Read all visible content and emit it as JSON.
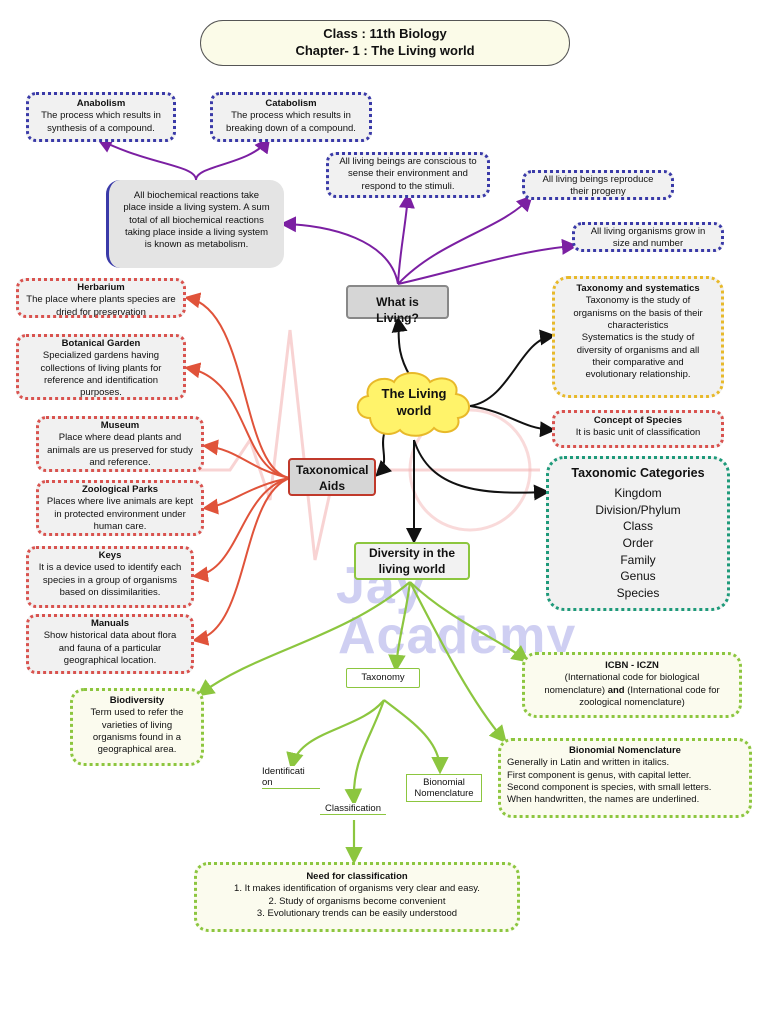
{
  "header": {
    "line1": "Class : 11th Biology",
    "line2": "Chapter- 1 : The Living world"
  },
  "center": {
    "label": "The Living\nworld"
  },
  "what_is_living": {
    "label": "What is Living?",
    "anabolism": {
      "title": "Anabolism",
      "body": "The process which results in\nsynthesis of a compound."
    },
    "catabolism": {
      "title": "Catabolism",
      "body": "The process which results in\nbreaking down of a compound."
    },
    "metabolism": "All biochemical reactions take\nplace inside a living system. A sum\ntotal of all biochemical reactions\ntaking place inside a living system\nis known as metabolism.",
    "conscious": "All living beings are conscious to\nsense their environment and\nrespond to the stimuli.",
    "reproduce": "All living beings reproduce\ntheir progeny",
    "grow": "All living organisms grow in\nsize and number"
  },
  "taxonomical_aids": {
    "label": "Taxonomical\nAids",
    "herbarium": {
      "title": "Herbarium",
      "body": "The place where plants species are\ndried for preservation"
    },
    "botanical_garden": {
      "title": "Botanical Garden",
      "body": "Specialized gardens having\ncollections of living plants for\nreference and identification\npurposes."
    },
    "museum": {
      "title": "Museum",
      "body": "Place where dead plants and\nanimals are us preserved for study\nand reference."
    },
    "zoological_parks": {
      "title": "Zoological Parks",
      "body": "Places where live animals are kept\nin protected environment under\nhuman care."
    },
    "keys": {
      "title": "Keys",
      "body": "It is a device used to identify each\nspecies in a group of organisms\nbased  on dissimilarities."
    },
    "manuals": {
      "title": "Manuals",
      "body": "Show historical data about flora\nand fauna of a particular\ngeographical location."
    }
  },
  "taxonomy_systematics": {
    "title": "Taxonomy and systematics",
    "body": "Taxonomy is the study of\norganisms on the basis of their\ncharacteristics\nSystematics is the study of\ndiversity of organisms and all\ntheir comparative and\nevolutionary relationship."
  },
  "concept_of_species": {
    "title": "Concept of Species",
    "body": "It is basic unit of classification"
  },
  "taxonomic_categories": {
    "title": "Taxonomic Categories",
    "items": [
      "Kingdom",
      "Division/Phylum",
      "Class",
      "Order",
      "Family",
      "Genus",
      "Species"
    ]
  },
  "diversity": {
    "label": "Diversity in the\nliving world",
    "biodiversity": {
      "title": "Biodiversity",
      "body": "Term used to refer the\nvarieties of living\norganisms found in a\ngeographical area."
    },
    "taxonomy": "Taxonomy",
    "identification": "Identificati\non",
    "classification": "Classification",
    "bionomial": "Bionomial\nNomenclature",
    "icbn": {
      "title": "ICBN - ICZN",
      "body1": "(International code for biological\nnomenclature) ",
      "and": "and",
      "body2": " (International code for\nzoological nomenclature)"
    },
    "bionomial_nomenclature": {
      "title": "Bionomial Nomenclature",
      "body": "Generally in Latin and written in italics.\nFirst component is genus, with capital letter.\nSecond component is species, with small letters.\nWhen handwritten, the names are underlined."
    },
    "need": {
      "title": "Need for classification",
      "body": "1. It makes identification of organisms very clear and easy.\n2. Study of organisms become convenient\n3. Evolutionary trends can be easily understood"
    }
  },
  "watermark": {
    "line1": "Jay",
    "line2": "Academy"
  },
  "colors": {
    "purple": "#7b1fa2",
    "red": "#e0533a",
    "green": "#8cc63f",
    "black": "#111111"
  }
}
